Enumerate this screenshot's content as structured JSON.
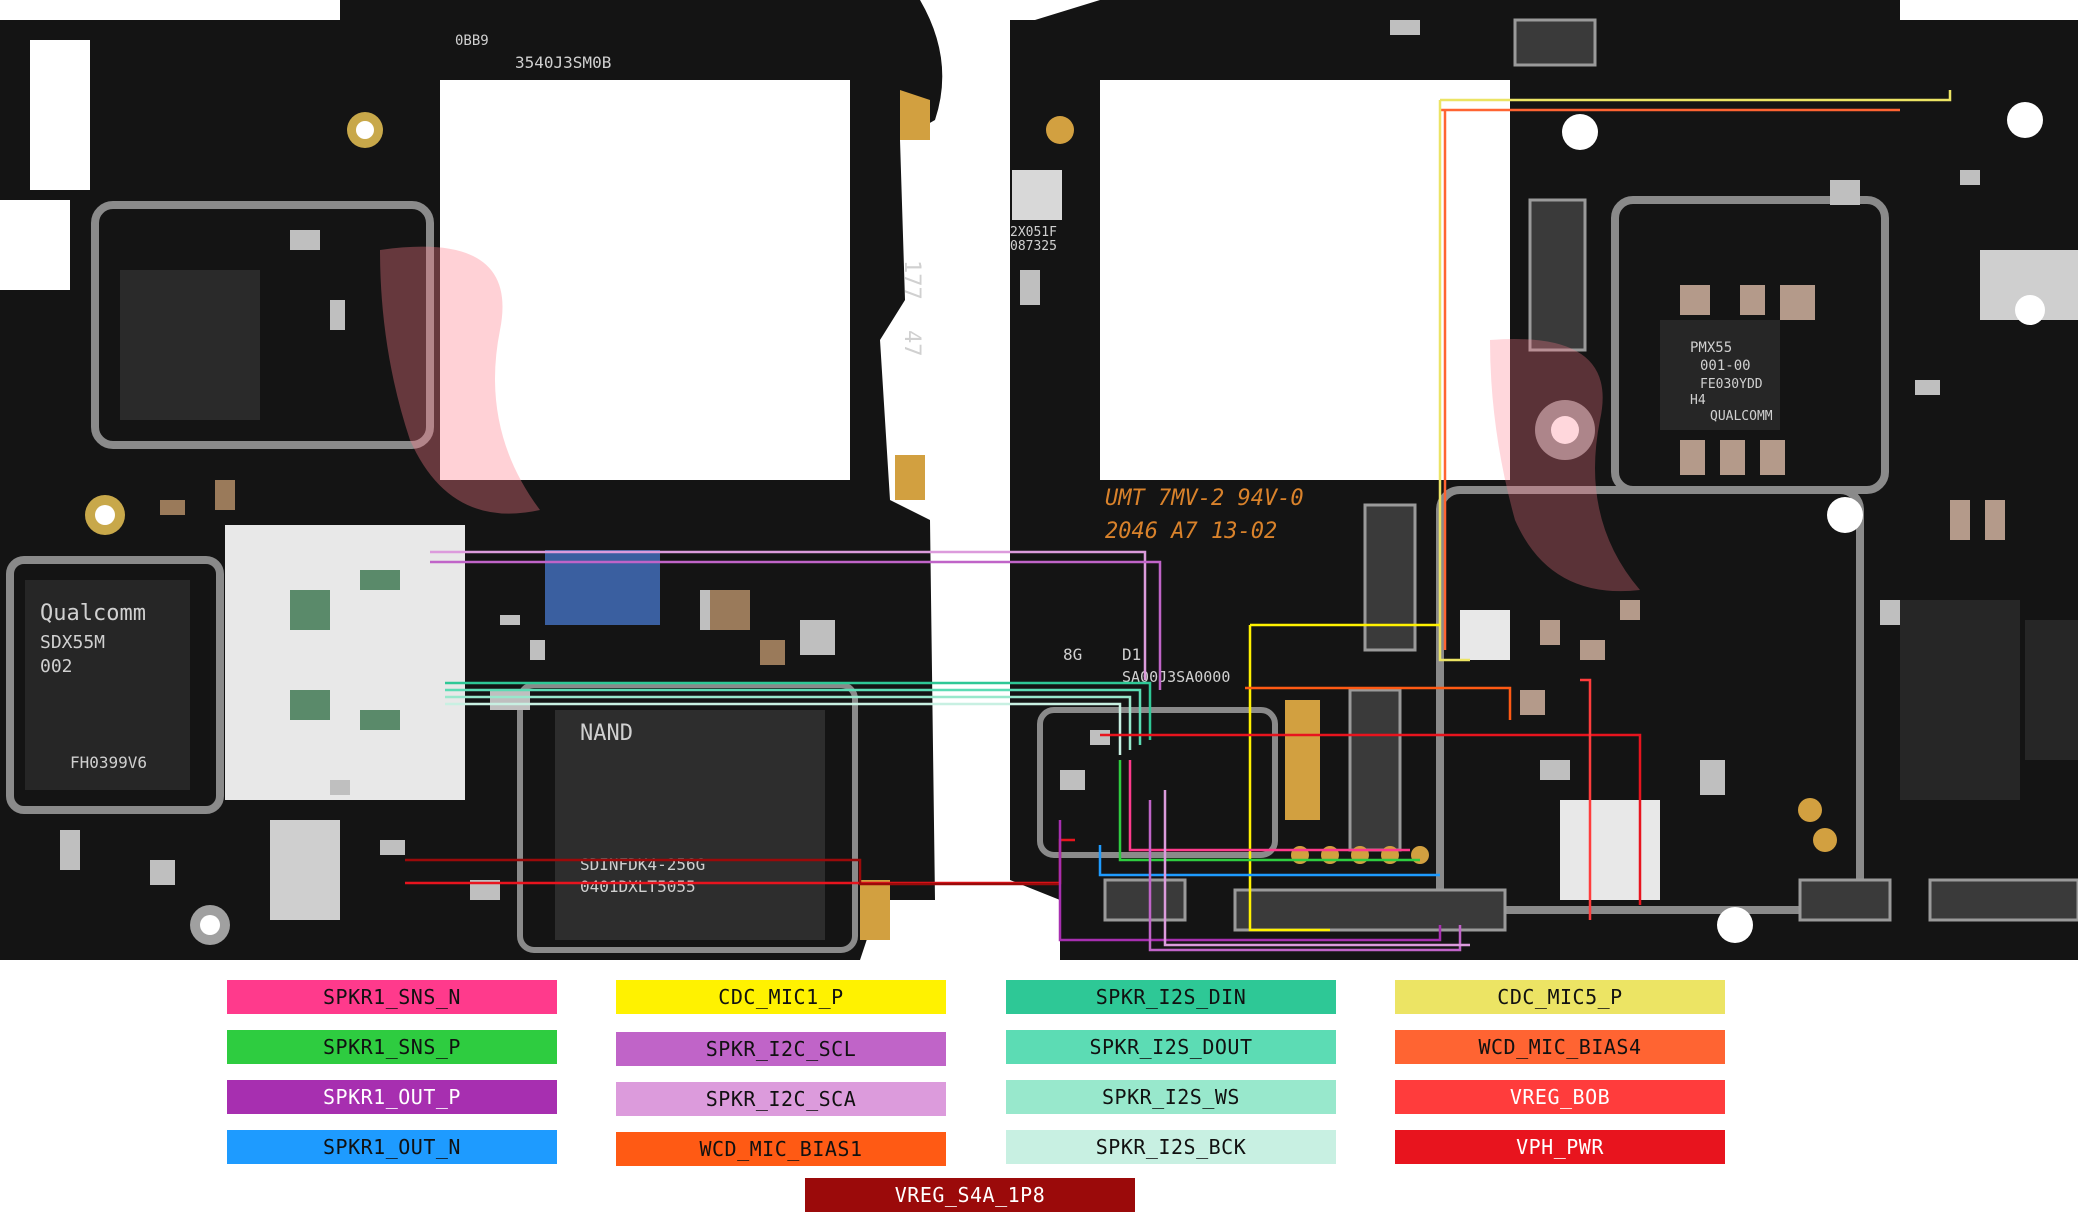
{
  "board": {
    "left_markings": [
      "3540J3SM0B",
      "0BB9",
      "177",
      "47",
      "Qualcomm",
      "SDX55M",
      "002",
      "FH0399V6",
      "NAND",
      "SDINFDK4-256G",
      "0401DXLT5055"
    ],
    "right_markings": [
      "UMT 7MV-2 94V-0",
      "2046 A7 13-02",
      "8G",
      "D1",
      "SA00J3SA0000",
      "2X051F",
      "087325",
      "QUALCOMM",
      "PMX55",
      "001-00",
      "FE030YDD",
      "H4"
    ]
  },
  "legend": [
    {
      "label": "SPKR1_SNS_N",
      "color": "#ff3a8c"
    },
    {
      "label": "SPKR1_SNS_P",
      "color": "#2ecc40"
    },
    {
      "label": "SPKR1_OUT_P",
      "color": "#a72fb0"
    },
    {
      "label": "SPKR1_OUT_N",
      "color": "#1e9bff"
    },
    {
      "label": "CDC_MIC1_P",
      "color": "#fff200"
    },
    {
      "label": "SPKR_I2C_SCL",
      "color": "#c064c8"
    },
    {
      "label": "SPKR_I2C_SCA",
      "color": "#dc9bdc"
    },
    {
      "label": "WCD_MIC_BIAS1",
      "color": "#ff5a14"
    },
    {
      "label": "SPKR_I2S_DIN",
      "color": "#2ec896"
    },
    {
      "label": "SPKR_I2S_DOUT",
      "color": "#5cdcb4"
    },
    {
      "label": "SPKR_I2S_WS",
      "color": "#98e8cc"
    },
    {
      "label": "SPKR_I2S_BCK",
      "color": "#c8f0e2"
    },
    {
      "label": "CDC_MIC5_P",
      "color": "#ece464"
    },
    {
      "label": "WCD_MIC_BIAS4",
      "color": "#ff6432"
    },
    {
      "label": "VREG_BOB",
      "color": "#ff3c3c"
    },
    {
      "label": "VPH_PWR",
      "color": "#e8141e"
    },
    {
      "label": "VREG_S4A_1P8",
      "color": "#9b0a0a"
    }
  ]
}
